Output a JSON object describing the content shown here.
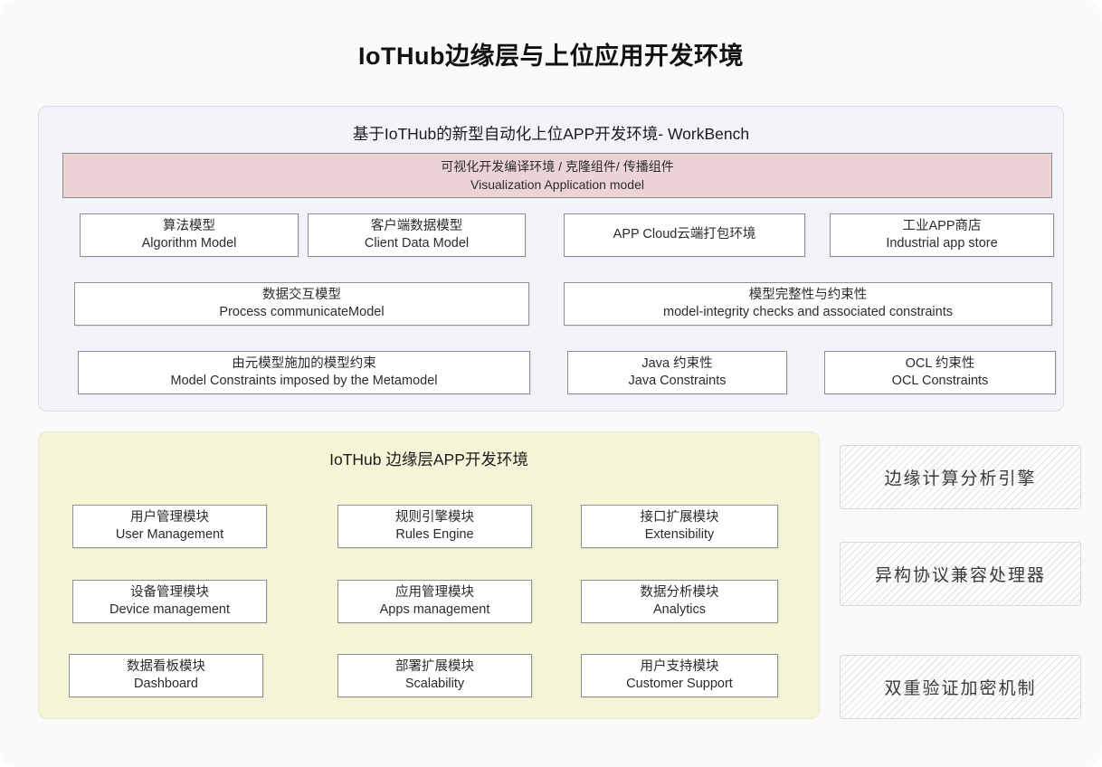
{
  "page": {
    "title": "IoTHub边缘层与上位应用开发环境"
  },
  "workbench": {
    "title": "基于IoTHub的新型自动化上位APP开发环境- WorkBench",
    "banner_line1": "可视化开发编译环境 / 克隆组件/ 传播组件",
    "banner_line2": "Visualization Application model",
    "row1": [
      {
        "zh": "算法模型",
        "en": "Algorithm Model"
      },
      {
        "zh": "客户端数据模型",
        "en": "Client Data Model"
      },
      {
        "zh": "APP Cloud云端打包环境",
        "en": ""
      },
      {
        "zh": "工业APP商店",
        "en": "Industrial app store"
      }
    ],
    "row2": [
      {
        "zh": "数据交互模型",
        "en": "Process communicateModel"
      },
      {
        "zh": "模型完整性与约束性",
        "en": "model-integrity checks and associated constraints"
      }
    ],
    "row3": [
      {
        "zh": "由元模型施加的模型约束",
        "en": "Model Constraints imposed by the Metamodel"
      },
      {
        "zh": "Java 约束性",
        "en": "Java Constraints"
      },
      {
        "zh": "OCL 约束性",
        "en": "OCL Constraints"
      }
    ]
  },
  "edge": {
    "title": "IoTHub 边缘层APP开发环境",
    "modules": [
      {
        "zh": "用户管理模块",
        "en": "User Management"
      },
      {
        "zh": "规则引擎模块",
        "en": "Rules Engine"
      },
      {
        "zh": "接口扩展模块",
        "en": "Extensibility"
      },
      {
        "zh": "设备管理模块",
        "en": "Device management"
      },
      {
        "zh": "应用管理模块",
        "en": "Apps management"
      },
      {
        "zh": "数据分析模块",
        "en": "Analytics"
      },
      {
        "zh": "数据看板模块",
        "en": "Dashboard"
      },
      {
        "zh": "部署扩展模块",
        "en": "Scalability"
      },
      {
        "zh": "用户支持模块",
        "en": "Customer Support"
      }
    ]
  },
  "side_panels": [
    {
      "label": "边缘计算分析引擎"
    },
    {
      "label": "异构协议兼容处理器"
    },
    {
      "label": "双重验证加密机制"
    }
  ],
  "colors": {
    "workbench_bg": "#f3f3fa",
    "banner_bg": "#ecd4d6",
    "edge_bg": "#f5f5d7",
    "node_border": "#8f8f8f",
    "hatch_line": "#eaeaea"
  }
}
